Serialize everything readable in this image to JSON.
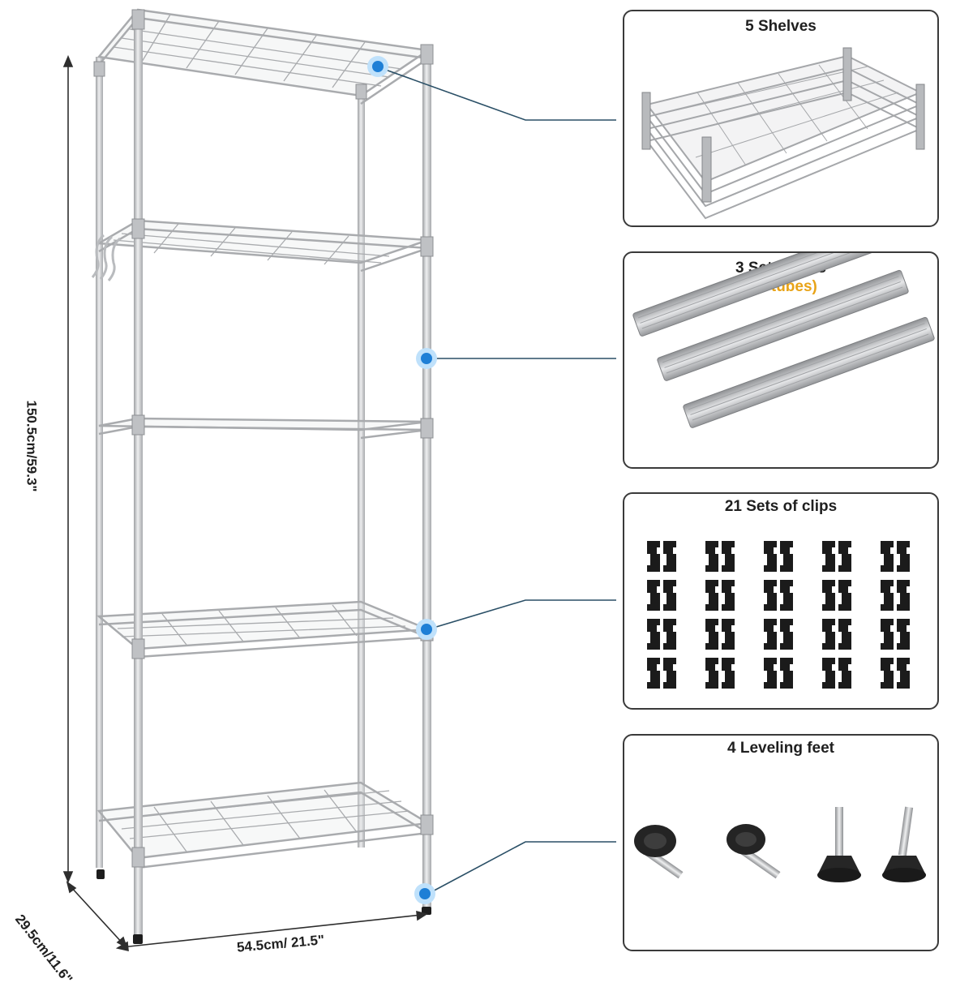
{
  "dimensions": {
    "height_label": "150.5cm/59.3\"",
    "width_label": "54.5cm/ 21.5\"",
    "depth_label": "29.5cm/11.6\""
  },
  "panels": [
    {
      "title": "5 Shelves",
      "subtitle": ""
    },
    {
      "title": "3 Sets tubes",
      "subtitle": "(12 tubes)"
    },
    {
      "title": "21 Sets of clips",
      "subtitle": ""
    },
    {
      "title": "4 Leveling feet",
      "subtitle": ""
    }
  ],
  "colors": {
    "accent_dot": "#1e7fd6",
    "callout_line": "#2a4f66",
    "subtitle_highlight": "#e8a317",
    "chrome": "#c9cacc",
    "clip": "#1b1b1b"
  }
}
